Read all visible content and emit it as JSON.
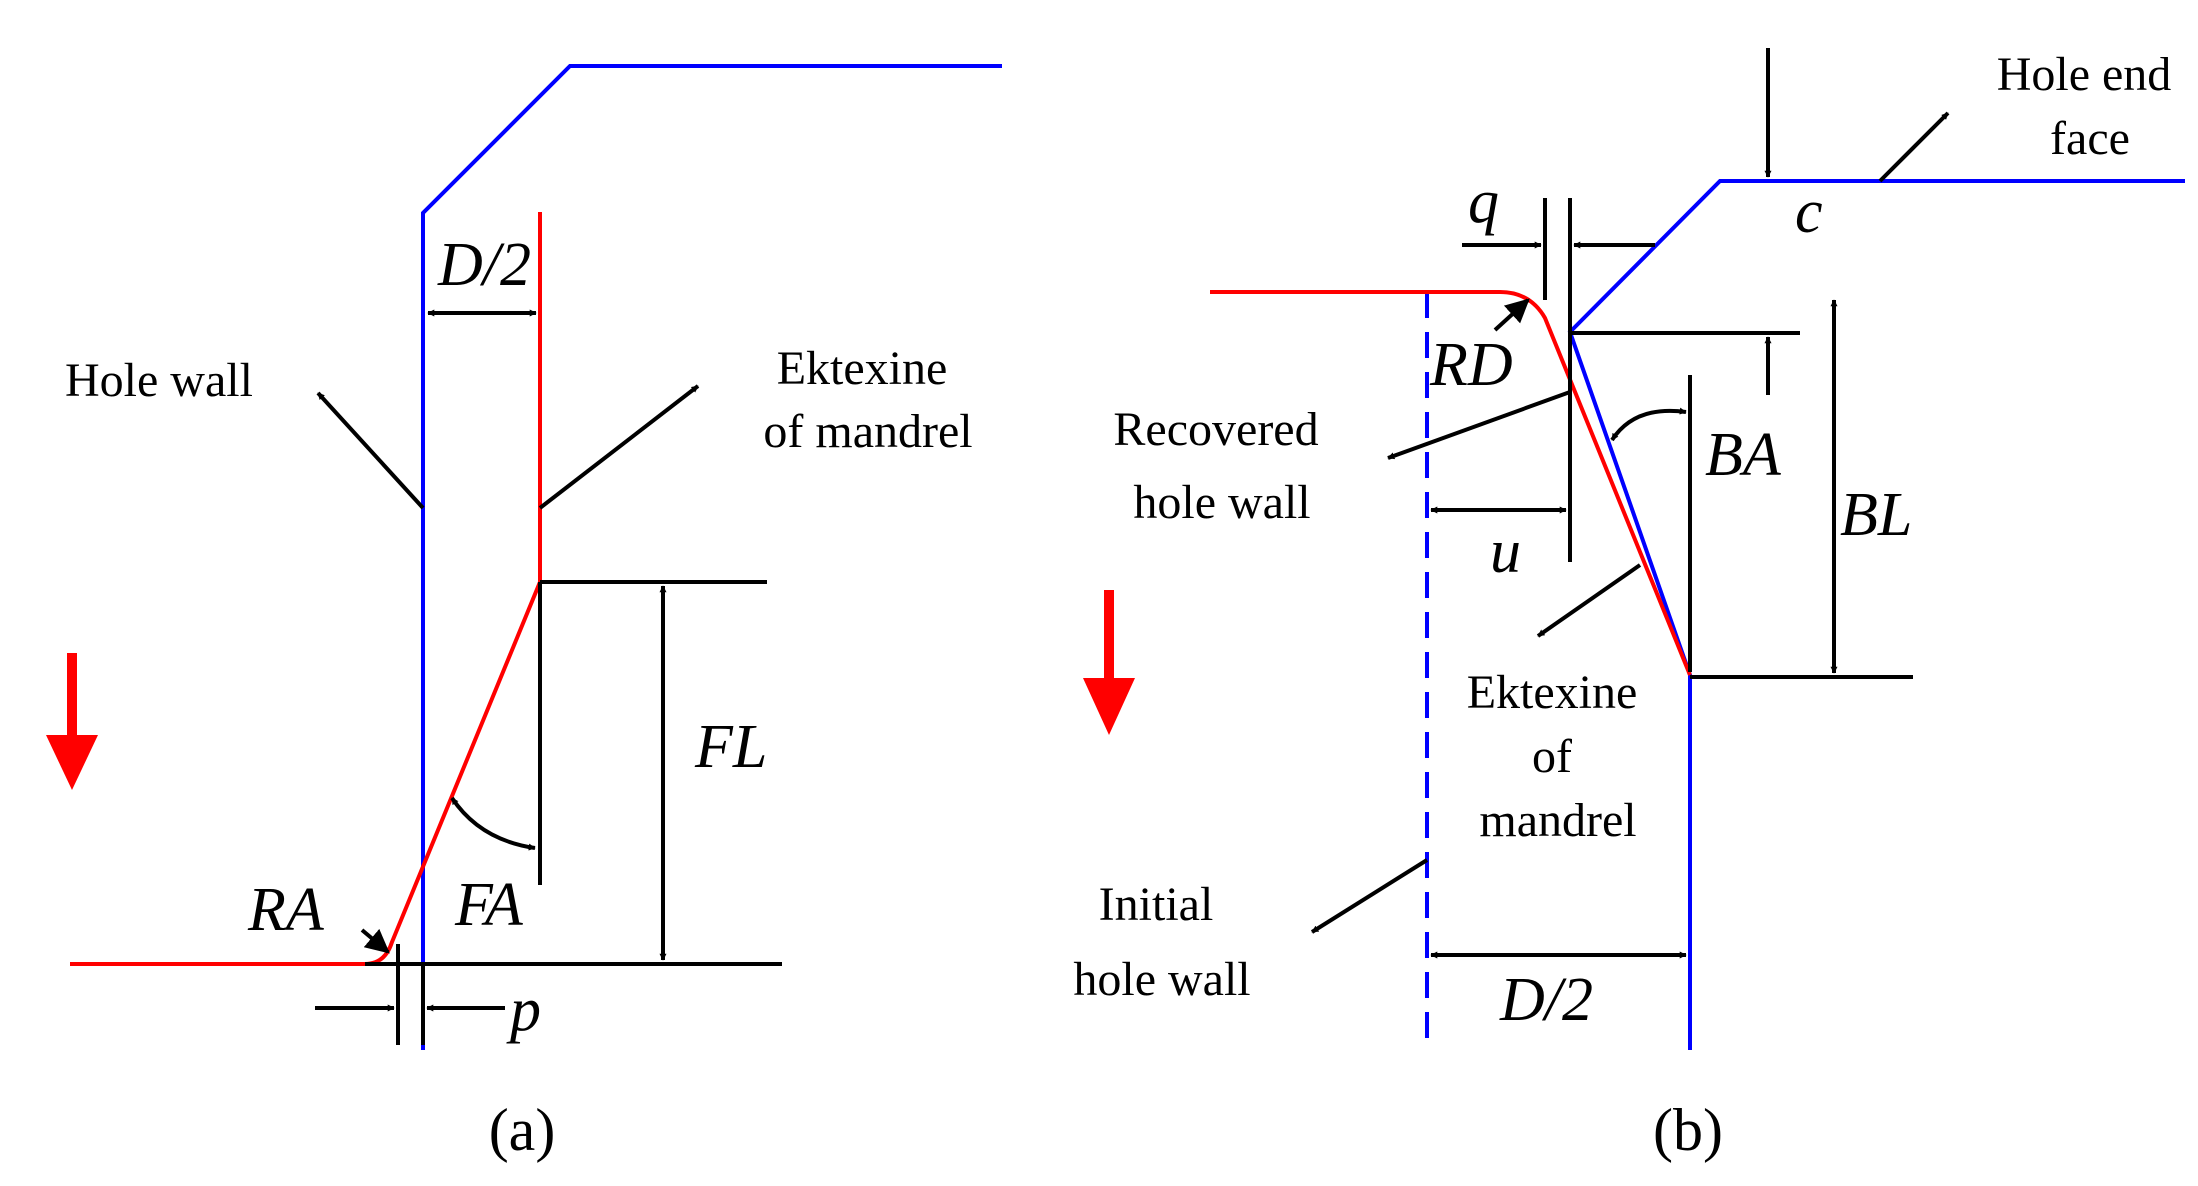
{
  "colors": {
    "hole_wall": "#0000ff",
    "mandrel": "#ff0000",
    "annotation": "#000000",
    "direction_arrow": "#ff0000"
  },
  "panel_a": {
    "caption": "(a)",
    "label_hole_wall": "Hole wall",
    "label_ektexine_line1": "Ektexine",
    "label_ektexine_line2": "of mandrel",
    "sym_d2": "D/2",
    "sym_fl": "FL",
    "sym_fa": "FA",
    "sym_ra": "RA",
    "sym_p": "p"
  },
  "panel_b": {
    "caption": "(b)",
    "label_hole_end_line1": "Hole end",
    "label_hole_end_line2": "face",
    "label_recovered_line1": "Recovered",
    "label_recovered_line2": "hole wall",
    "label_ektexine_line1": "Ektexine",
    "label_ektexine_line2": "of",
    "label_ektexine_line3": "mandrel",
    "label_initial_line1": "Initial",
    "label_initial_line2": "hole wall",
    "sym_q": "q",
    "sym_c": "c",
    "sym_rd": "RD",
    "sym_ba": "BA",
    "sym_bl": "BL",
    "sym_u": "u",
    "sym_d2": "D/2"
  }
}
